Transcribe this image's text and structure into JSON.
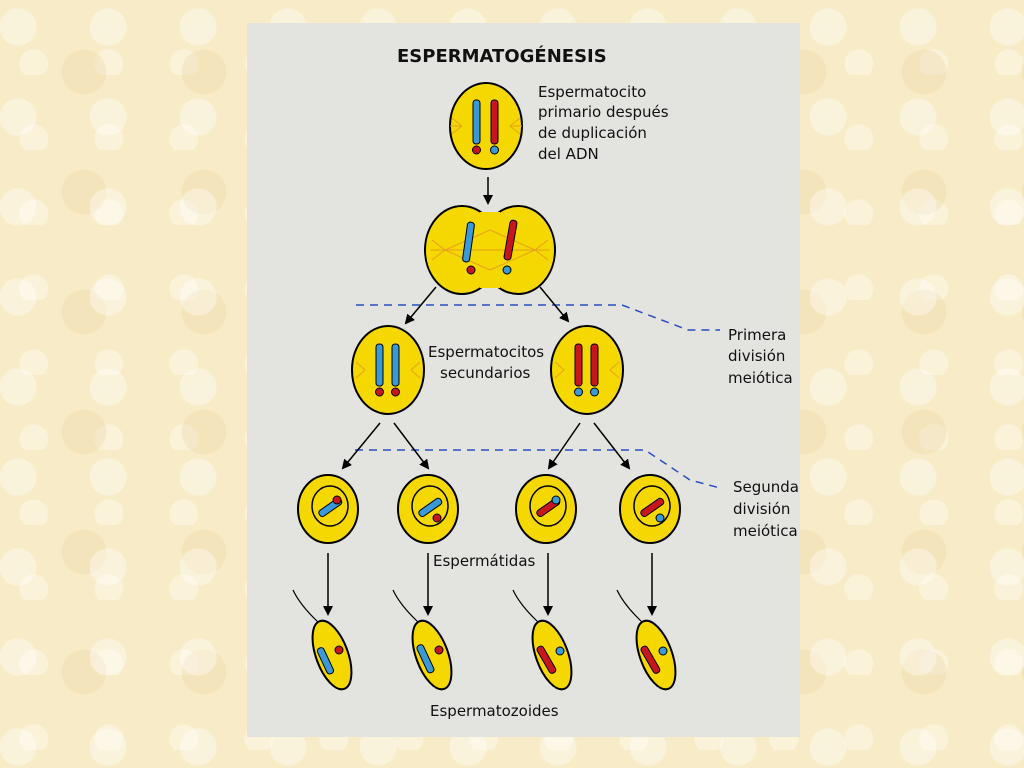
{
  "title": "ESPERMATOGÉNESIS",
  "labels": {
    "primary": [
      "Espermatocito",
      "primario después",
      "de duplicación",
      "del ADN"
    ],
    "secondary": [
      "Espermatocitos",
      "secundarios"
    ],
    "first_division": [
      "Primera",
      "división",
      "meiótica"
    ],
    "second_division": [
      "Segunda",
      "división",
      "meiótica"
    ],
    "spermatids": "Espermátidas",
    "spermatozoa": "Espermatozoides"
  },
  "colors": {
    "cell_fill": "#f5d800",
    "cell_stroke": "#000000",
    "chromosome_blue": "#3a9ad8",
    "chromosome_red": "#c8161e",
    "spindle": "#e8a020",
    "division_line": "#2a4fc0",
    "panel": "#e3e3e0"
  }
}
